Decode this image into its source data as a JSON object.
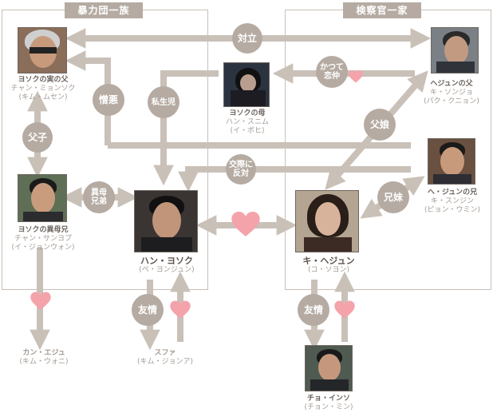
{
  "groups": {
    "violence_family": "暴力団一族",
    "prosecutor_family": "検察官一家"
  },
  "people": {
    "father": {
      "name": "ヨソクの実の父",
      "sub1": "チャン・ミョンソク",
      "sub2": "(キム・ムセン)"
    },
    "half_brother": {
      "name": "ヨソクの異母兄",
      "sub1": "チャン・サンヨプ",
      "sub2": "(イ・ジョンウォン)"
    },
    "mother": {
      "name": "ヨソクの母",
      "sub1": "ハン・スニム",
      "sub2": "(イ・ボヒ)"
    },
    "yosok": {
      "name": "ハン・ヨソク",
      "sub1": "(ペ・ヨンジュン)"
    },
    "hejun_father": {
      "name": "ヘジュンの父",
      "sub1": "キ・ソンジョ",
      "sub2": "(パク・クニョン)"
    },
    "hejun_brother": {
      "name": "ヘ・ジュンの兄",
      "sub1": "キ・スンジン",
      "sub2": "(ピョン・ウミン)"
    },
    "hejun": {
      "name": "キ・ヘジュン",
      "sub1": "(コ・ソヨン)"
    },
    "kan": {
      "name": "カン・エジュ",
      "sub1": "(キム・ウォニ)"
    },
    "sufa": {
      "name": "スファ",
      "sub1": "(キム・ジョンア)"
    },
    "choi": {
      "name": "チョ・インソ",
      "sub1": "(チョン・ミン)"
    }
  },
  "relations": {
    "rivalry": "対立",
    "former_lovers": "かつて\n恋仲",
    "hatred": "憎悪",
    "illegitimate": "私生児",
    "father_son": "父子",
    "father_daughter": "父娘",
    "opposed_dating": "交際に\n反対",
    "half_brothers": "異母\n兄弟",
    "siblings": "兄妹",
    "friendship_left": "友情",
    "friendship_right": "友情"
  },
  "colors": {
    "arrow": "#c9c0b8",
    "bubble": "#b5aba2",
    "heart": "#f4a3aa",
    "text": "#6b625c"
  }
}
